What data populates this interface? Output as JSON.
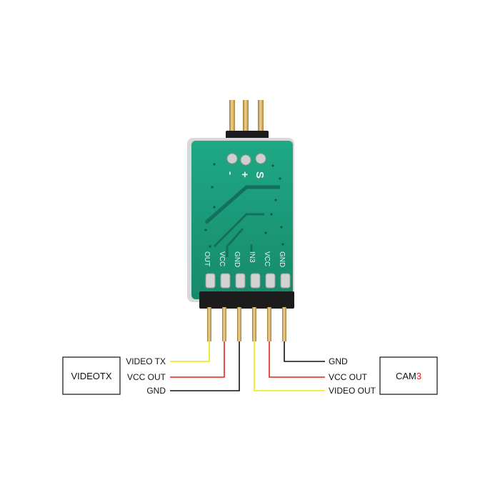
{
  "board": {
    "top_pins": [
      "-",
      "+",
      "S"
    ],
    "bottom_pins": [
      "OUT",
      "VCC",
      "GND",
      "IN3",
      "VCC",
      "GND"
    ]
  },
  "left_device": {
    "name": "VIDEOTX",
    "connections": [
      {
        "label": "VIDEO TX",
        "wire_color": "#f2e600"
      },
      {
        "label": "VCC OUT",
        "wire_color": "#e8201c"
      },
      {
        "label": "GND",
        "wire_color": "#111111"
      }
    ]
  },
  "right_device": {
    "name_prefix": "CAM",
    "name_number": "3",
    "number_color": "#e8201c",
    "connections": [
      {
        "label": "GND",
        "wire_color": "#111111"
      },
      {
        "label": "VCC OUT",
        "wire_color": "#e8201c"
      },
      {
        "label": "VIDEO OUT",
        "wire_color": "#f2e600"
      }
    ]
  },
  "colors": {
    "pcb": "#1a9a78",
    "pcb_trace": "#13705a",
    "gold": "#d8b060",
    "header": "#1c1c1c"
  }
}
